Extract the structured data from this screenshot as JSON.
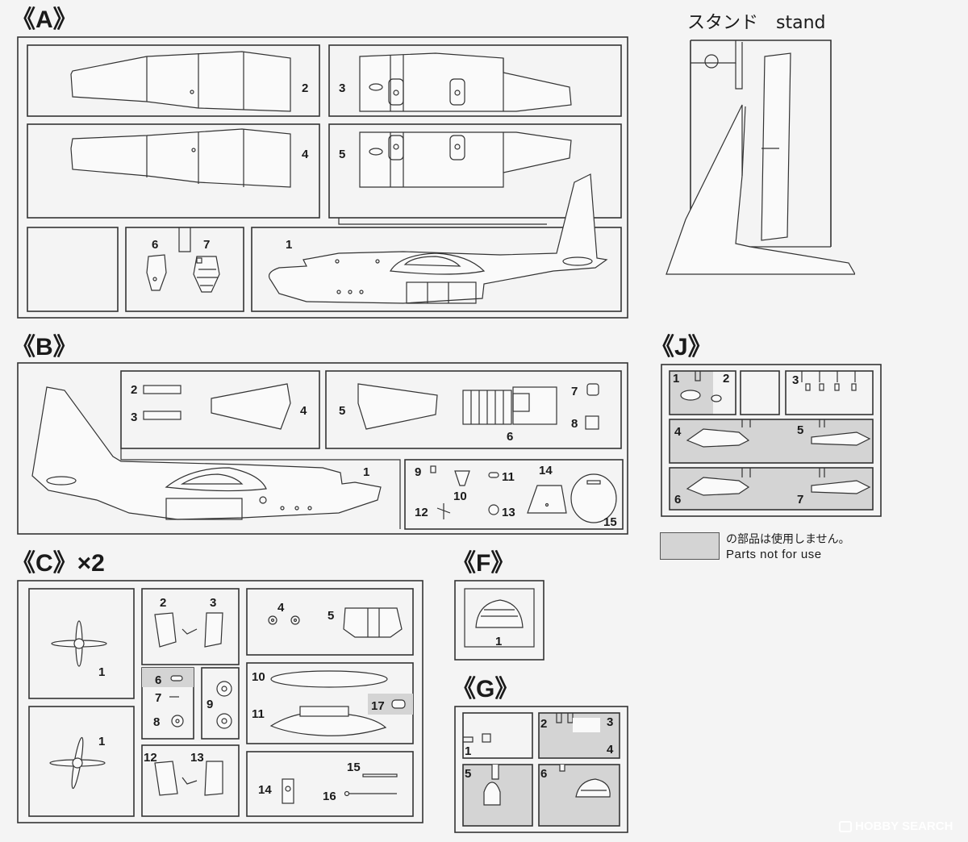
{
  "sections": {
    "A": {
      "label": "《A》",
      "parts": {
        "p1": "1",
        "p2": "2",
        "p3": "3",
        "p4": "4",
        "p5": "5",
        "p6": "6",
        "p7": "7"
      }
    },
    "B": {
      "label": "《B》",
      "parts": {
        "p1": "1",
        "p2": "2",
        "p3": "3",
        "p4": "4",
        "p5": "5",
        "p6": "6",
        "p7": "7",
        "p8": "8",
        "p9": "9",
        "p10": "10",
        "p11": "11",
        "p12": "12",
        "p13": "13",
        "p14": "14",
        "p15": "15"
      }
    },
    "C": {
      "label": "《C》×2",
      "parts": {
        "p1a": "1",
        "p1b": "1",
        "p2": "2",
        "p3": "3",
        "p4": "4",
        "p5": "5",
        "p6": "6",
        "p7": "7",
        "p8": "8",
        "p9": "9",
        "p10": "10",
        "p11": "11",
        "p12": "12",
        "p13": "13",
        "p14": "14",
        "p15": "15",
        "p16": "16",
        "p17": "17"
      }
    },
    "F": {
      "label": "《F》",
      "parts": {
        "p1": "1"
      }
    },
    "G": {
      "label": "《G》",
      "parts": {
        "p1": "1",
        "p2": "2",
        "p3": "3",
        "p4": "4",
        "p5": "5",
        "p6": "6"
      }
    },
    "J": {
      "label": "《J》",
      "parts": {
        "p1": "1",
        "p2": "2",
        "p3": "3",
        "p4": "4",
        "p5": "5",
        "p6": "6",
        "p7": "7"
      }
    },
    "stand": {
      "label": "スタンド　stand"
    }
  },
  "legend": {
    "ja": "の部品は使用しません。",
    "en": "Parts not for use",
    "swatch_color": "#d4d4d4"
  },
  "watermark": {
    "text": "HOBBY SEARCH"
  }
}
